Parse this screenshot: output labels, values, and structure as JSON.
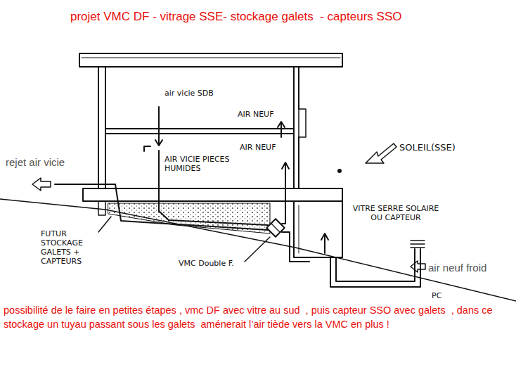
{
  "diagram": {
    "title": "projet VMC DF - vitrage SSE- stockage galets  - capteurs SSO",
    "caption": "possibilité de le faire en petites étapes , vmc DF avec vitre au sud  , puis capteur SSO avec galets  , dans ce stockage un tuyau passant sous les galets  aménerait l’air tiède vers la VMC en plus !",
    "labels": [
      "air vicie SDB",
      "AIR NEUF",
      "AIR NEUF",
      "AIR VICIE PIECES HUMIDES",
      "SOLEIL(SSE)",
      "rejet air vicie",
      "VITRE SERRE SOLAIRE OU CAPTEUR",
      "air neuf froid",
      "FUTUR STOCKAGE GALETS + CAPTEURS",
      "VMC Double F.",
      "PC"
    ]
  }
}
